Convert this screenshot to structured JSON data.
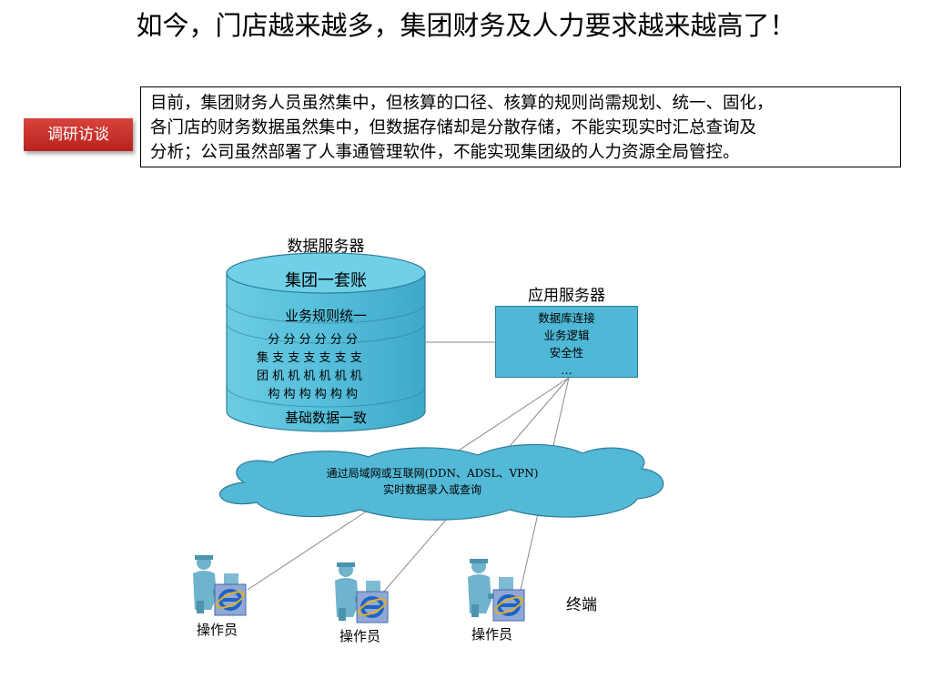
{
  "title": "如今，门店越来越多，集团财务及人力要求越来越高了！",
  "tag": {
    "label": "调研访谈",
    "color": "#c7302a"
  },
  "description": [
    "目前，集团财务人员虽然集中，但核算的口径、核算的规则尚需规划、统一、固化，",
    "各门店的财务数据虽然集中，但数据存储却是分散存储，不能实现实时汇总查询及",
    "分析；公司虽然部署了人事通管理软件，不能实现集团级的人力资源全局管控。"
  ],
  "diagram": {
    "data_server": {
      "title": "数据服务器",
      "top": "集团一套账",
      "middle": "业务规则统一",
      "rows": [
        "   分 分 分 分 分 分",
        "集 支 支 支 支 支 支",
        "团 机 机 机 机 机 机",
        "   构 构 构 构 构 构"
      ],
      "bottom": "基础数据一致",
      "color": "#4fb8d6"
    },
    "app_server": {
      "title": "应用服务器",
      "lines": [
        "数据库连接",
        "业务逻辑",
        "安全性",
        "…"
      ]
    },
    "network": {
      "line1": "通过局域网或互联网(DDN、ADSL、VPN)",
      "line2": "实时数据录入或查询"
    },
    "terminals": {
      "label": "终端",
      "operators": [
        "操作员",
        "操作员",
        "操作员"
      ]
    }
  }
}
